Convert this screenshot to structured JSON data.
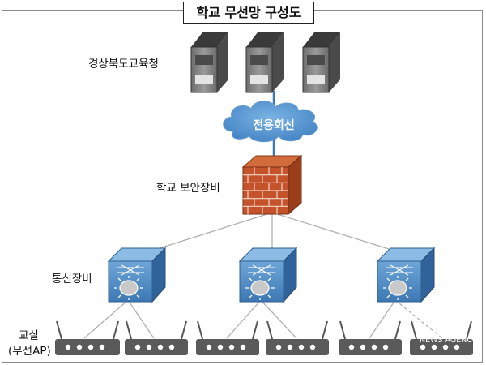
{
  "title": "학교 무선망 구성도",
  "labels": {
    "education_office": "경상북도교육청",
    "leased_line": "전용회선",
    "security": "학교 보안장비",
    "network": "통신장비",
    "classroom_line1": "교실",
    "classroom_line2": "(무선AP)",
    "watermark": "NEWS AGENC"
  }
}
